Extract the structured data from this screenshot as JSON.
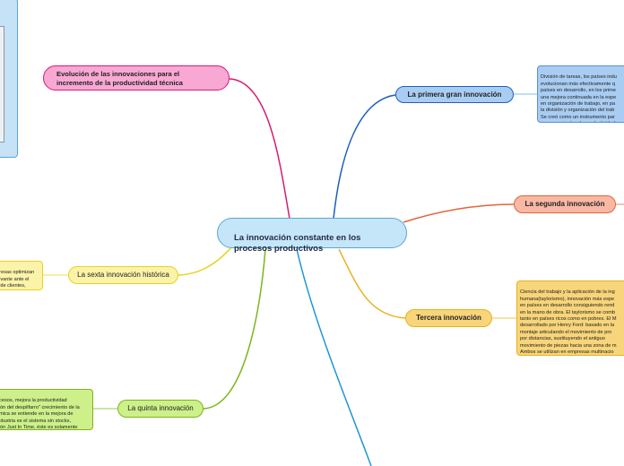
{
  "center": {
    "label": "La innovación constante en los\nprocesos productivos"
  },
  "topics": {
    "evolucion": {
      "label": "Evolución de las innovaciones para el\nincremento de la productividad técnica",
      "color": "#d81b72"
    },
    "primera": {
      "label": "La primera gran innovación",
      "color": "#1f5fbf",
      "note": "División de tareas, los países indu\nevolucionan más efectivamente q\npaíses en desarrollo, en los prime\nuna mejora continuada en la espe\nen organización de trabajo, en pa\nla división y organización del trab\nSe creó como un instrumento par\nmayores niveles de productividad\nde la economía."
    },
    "segunda": {
      "label": "La segunda innovación",
      "color": "#e2653a"
    },
    "tercera": {
      "label": "Tercera innovación",
      "color": "#e8b21e",
      "note": "Ciencia del trabajo y la aplicación de la ing\nhumana(taylorismo), innovación más espe\nen países en desarrollo consiguiendo rend\nen la mano de obra. El taylorismo se comb\ntanto en países ricos como en pobres. El M\ndesarrollado por Henry Ford: basado en la\nmontaje articulando el movimiento de pro\npor distancias, sustituyendo el antiguo\nmovimiento de piezas hacia una zona de m\nAmbos se utilizan en empresas multinacio\nNo teniendo gran implantación en pequeñ\nempresas de los países en desarrollo."
    },
    "sexta": {
      "label": "La sexta innovación histórica",
      "color": "#e8d21e",
      "note": "presas optimizan\nlevante ante el\ns de clientes,\ncompetencia."
    },
    "quinta": {
      "label": "La quinta innovación",
      "color": "#7cb518",
      "note": "ocesos, mejora la productividad\nción del despilfarro\" crecimiento de la\nómica se entiende en la mejora de\nindustria es el sistema sin stocks,\nción Just In Time, éste es solamente\nde los procesos de la industria."
    },
    "bottom": {
      "color": "#1e96d8"
    }
  }
}
